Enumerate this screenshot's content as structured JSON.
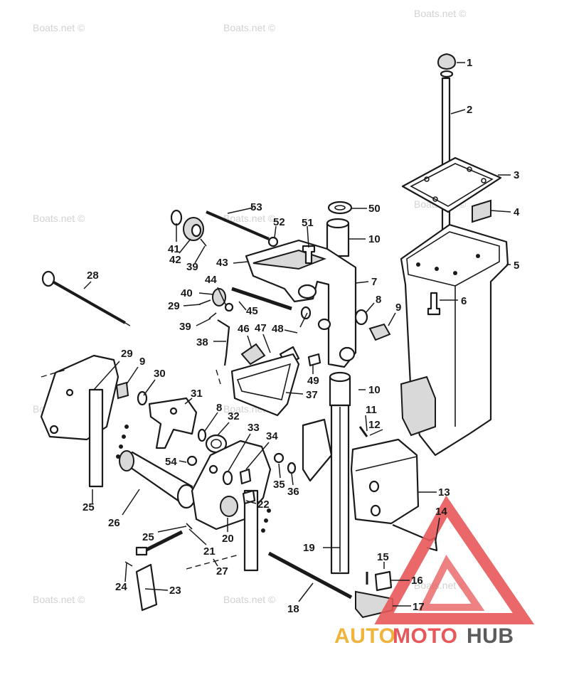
{
  "watermark": "Boats.net ©",
  "logo": {
    "part1": "AUTO",
    "part2": "MOTO",
    "part3": "HUB"
  },
  "colors": {
    "logo_orange": "#f0b43c",
    "logo_red": "#e8585a",
    "logo_gray": "#5c5c5c",
    "line": "#1a1a1a"
  },
  "callouts": [
    {
      "id": "c1",
      "text": "1"
    },
    {
      "id": "c2",
      "text": "2"
    },
    {
      "id": "c3",
      "text": "3"
    },
    {
      "id": "c4",
      "text": "4"
    },
    {
      "id": "c5",
      "text": "5"
    },
    {
      "id": "c6",
      "text": "6"
    },
    {
      "id": "c7",
      "text": "7"
    },
    {
      "id": "c8a",
      "text": "8"
    },
    {
      "id": "c8b",
      "text": "8"
    },
    {
      "id": "c9a",
      "text": "9"
    },
    {
      "id": "c9b",
      "text": "9"
    },
    {
      "id": "c10a",
      "text": "10"
    },
    {
      "id": "c10b",
      "text": "10"
    },
    {
      "id": "c11",
      "text": "11"
    },
    {
      "id": "c12",
      "text": "12"
    },
    {
      "id": "c13",
      "text": "13"
    },
    {
      "id": "c14",
      "text": "14"
    },
    {
      "id": "c15",
      "text": "15"
    },
    {
      "id": "c16",
      "text": "16"
    },
    {
      "id": "c17",
      "text": "17"
    },
    {
      "id": "c18",
      "text": "18"
    },
    {
      "id": "c19",
      "text": "19"
    },
    {
      "id": "c20",
      "text": "20"
    },
    {
      "id": "c21",
      "text": "21"
    },
    {
      "id": "c22",
      "text": "22"
    },
    {
      "id": "c23",
      "text": "23"
    },
    {
      "id": "c24",
      "text": "24"
    },
    {
      "id": "c25a",
      "text": "25"
    },
    {
      "id": "c25b",
      "text": "25"
    },
    {
      "id": "c26",
      "text": "26"
    },
    {
      "id": "c27",
      "text": "27"
    },
    {
      "id": "c28",
      "text": "28"
    },
    {
      "id": "c29a",
      "text": "29"
    },
    {
      "id": "c29b",
      "text": "29"
    },
    {
      "id": "c30",
      "text": "30"
    },
    {
      "id": "c31",
      "text": "31"
    },
    {
      "id": "c32",
      "text": "32"
    },
    {
      "id": "c33",
      "text": "33"
    },
    {
      "id": "c34",
      "text": "34"
    },
    {
      "id": "c35",
      "text": "35"
    },
    {
      "id": "c36",
      "text": "36"
    },
    {
      "id": "c37",
      "text": "37"
    },
    {
      "id": "c38",
      "text": "38"
    },
    {
      "id": "c39a",
      "text": "39"
    },
    {
      "id": "c39b",
      "text": "39"
    },
    {
      "id": "c40",
      "text": "40"
    },
    {
      "id": "c41",
      "text": "41"
    },
    {
      "id": "c42",
      "text": "42"
    },
    {
      "id": "c43",
      "text": "43"
    },
    {
      "id": "c44",
      "text": "44"
    },
    {
      "id": "c45",
      "text": "45"
    },
    {
      "id": "c46",
      "text": "46"
    },
    {
      "id": "c47",
      "text": "47"
    },
    {
      "id": "c48",
      "text": "48"
    },
    {
      "id": "c49",
      "text": "49"
    },
    {
      "id": "c50",
      "text": "50"
    },
    {
      "id": "c51",
      "text": "51"
    },
    {
      "id": "c52",
      "text": "52"
    },
    {
      "id": "c53",
      "text": "53"
    },
    {
      "id": "c54",
      "text": "54"
    }
  ]
}
